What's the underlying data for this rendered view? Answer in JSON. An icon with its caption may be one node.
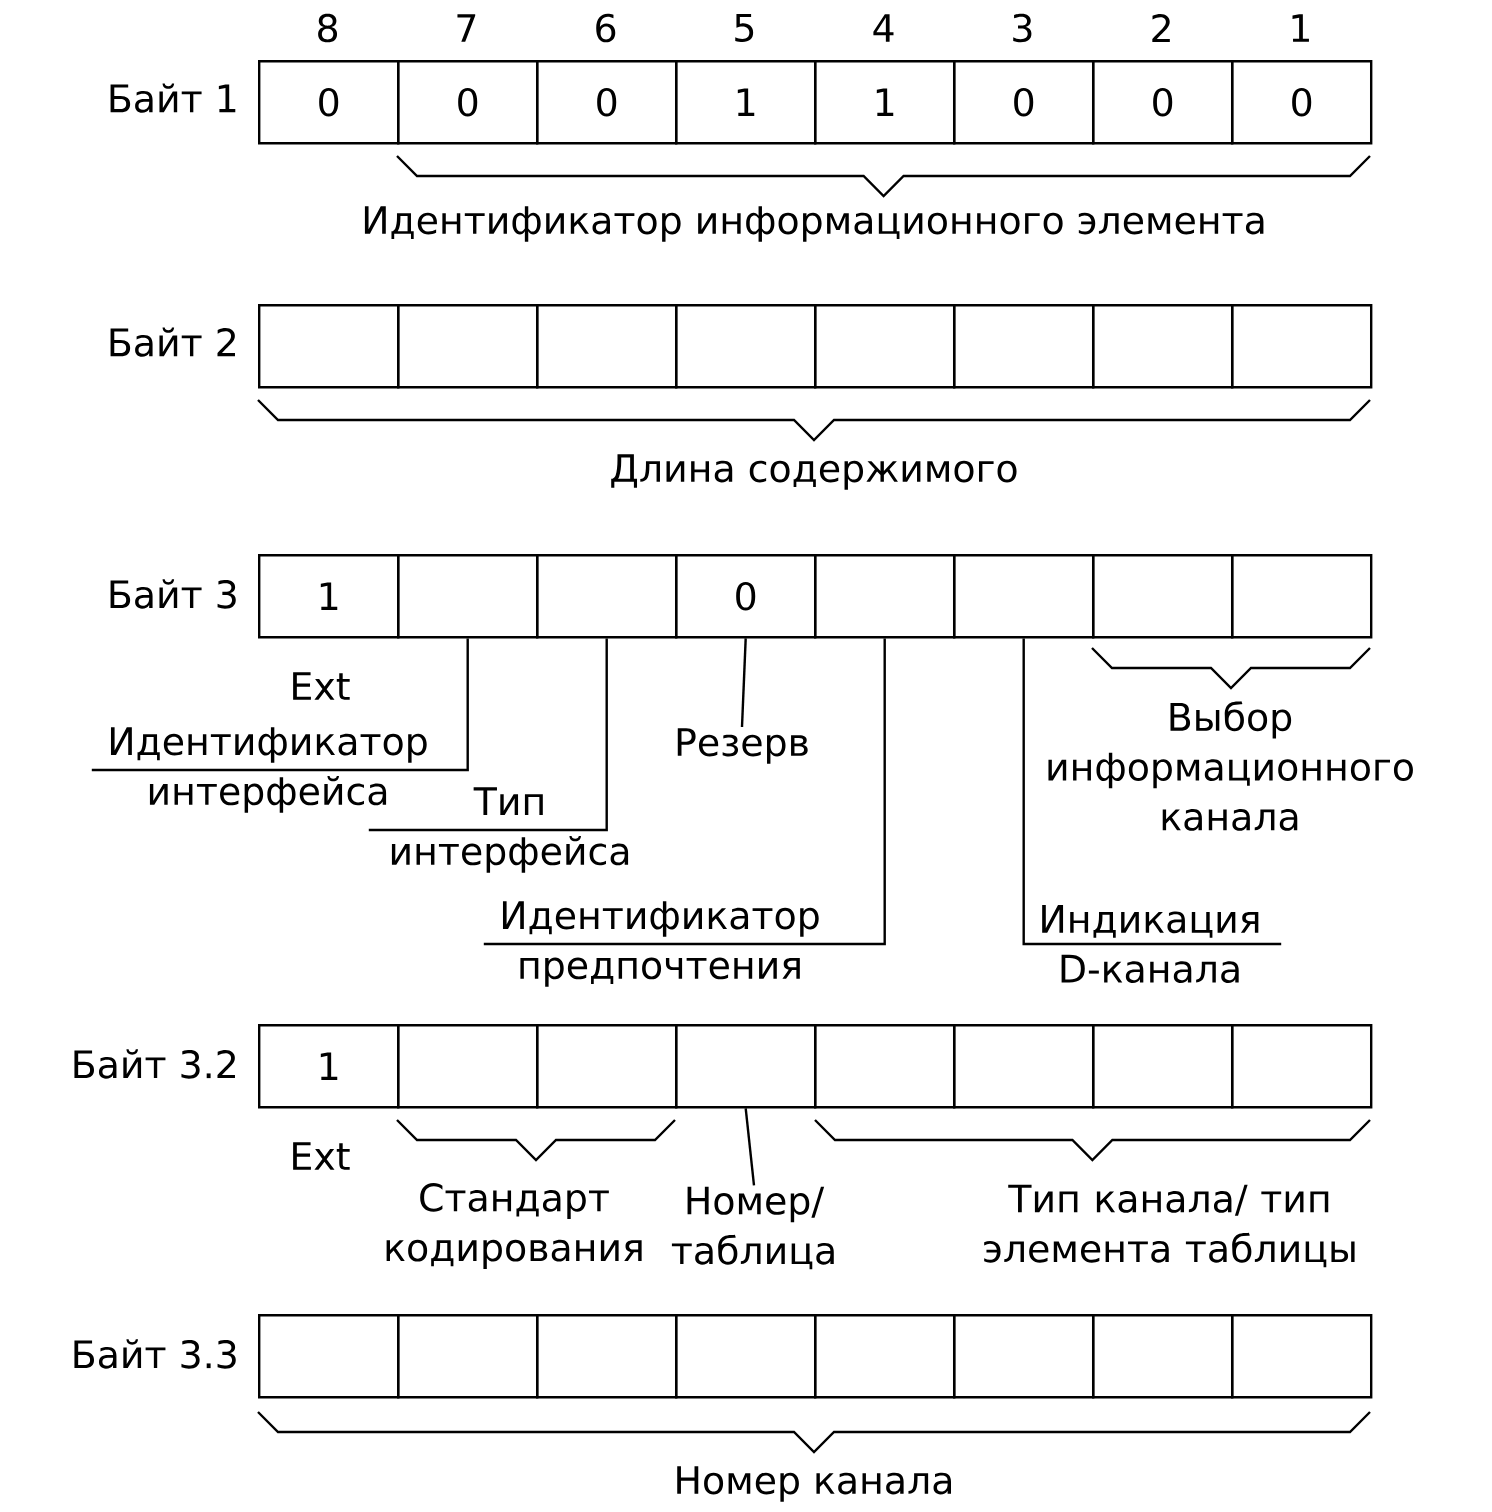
{
  "diagram": {
    "nodes": [
      {
        "text": [
          "0"
        ]
      },
      {
        "text": [
          "0"
        ]
      },
      {
        "text": [
          "0"
        ]
      },
      {
        "text": [
          "1"
        ]
      },
      {
        "text": [
          "1"
        ]
      },
      {
        "text": [
          "0"
        ]
      },
      {
        "text": [
          "0"
        ]
      },
      {
        "text": [
          "0"
        ]
      },
      {
        "text": [],
        "shape": "box"
      },
      {
        "text": [],
        "shape": "box"
      },
      {
        "text": [],
        "shape": "box"
      },
      {
        "text": [],
        "shape": "box"
      },
      {
        "text": [],
        "shape": "box"
      },
      {
        "text": [],
        "shape": "box"
      },
      {
        "text": [],
        "shape": "box"
      },
      {
        "text": [],
        "shape": "box"
      },
      {
        "text": [
          "1"
        ]
      },
      {
        "text": [],
        "shape": "box"
      },
      {
        "text": [],
        "shape": "box"
      },
      {
        "text": [
          "0"
        ]
      },
      {
        "text": [],
        "shape": "box"
      },
      {
        "text": [],
        "shape": "box"
      },
      {
        "text": [],
        "shape": "box"
      },
      {
        "text": [],
        "shape": "box"
      },
      {
        "text": [
          "Идентификатор интерфейса"
        ]
      },
      {
        "text": [
          "Тип интерфейса"
        ]
      },
      {
        "text": [
          "Резерв"
        ]
      },
      {
        "text": [
          "Идентификатор предпочтения"
        ]
      },
      {
        "text": [
          "Индикация D-канала"
        ]
      },
      {
        "text": [
          "1"
        ]
      },
      {
        "text": [],
        "shape": "box"
      },
      {
        "text": [],
        "shape": "box"
      },
      {
        "text": [],
        "shape": "box"
      },
      {
        "text": [],
        "shape": "box"
      },
      {
        "text": [],
        "shape": "box"
      },
      {
        "text": [],
        "shape": "box"
      },
      {
        "text": [],
        "shape": "box"
      },
      {
        "text": [
          "Номер/ таблица"
        ]
      },
      {
        "text": [],
        "shape": "box"
      },
      {
        "text": [],
        "shape": "box"
      },
      {
        "text": [],
        "shape": "box"
      },
      {
        "text": [],
        "shape": "box"
      },
      {
        "text": [],
        "shape": "box"
      },
      {
        "text": [],
        "shape": "box"
      },
      {
        "text": [],
        "shape": "box"
      },
      {
        "text": [],
        "shape": "box"
      }
    ],
    "edges": [
      {
        "from": 24,
        "to": 17,
        "arrow": "none"
      },
      {
        "from": 25,
        "to": 18,
        "arrow": "none"
      },
      {
        "from": 26,
        "to": 19,
        "arrow": "none"
      },
      {
        "from": 27,
        "to": 20,
        "arrow": "none"
      },
      {
        "from": 28,
        "to": 21,
        "arrow": "none"
      },
      {
        "from": 37,
        "to": 32,
        "arrow": "none"
      }
    ],
    "labels": [
      "8",
      "7",
      "6",
      "5",
      "4",
      "3",
      "2",
      "1",
      "Байт 1",
      "Идентификатор информационного элемента",
      "Байт 2",
      "Длина содержимого",
      "Байт 3",
      "Ext",
      "Выбор информационного канала",
      "Байт 3.2",
      "Ext",
      "Стандарт кодирования",
      "Тип канала/ тип элемента таблицы",
      "Байт 3.3",
      "Номер канала"
    ]
  }
}
